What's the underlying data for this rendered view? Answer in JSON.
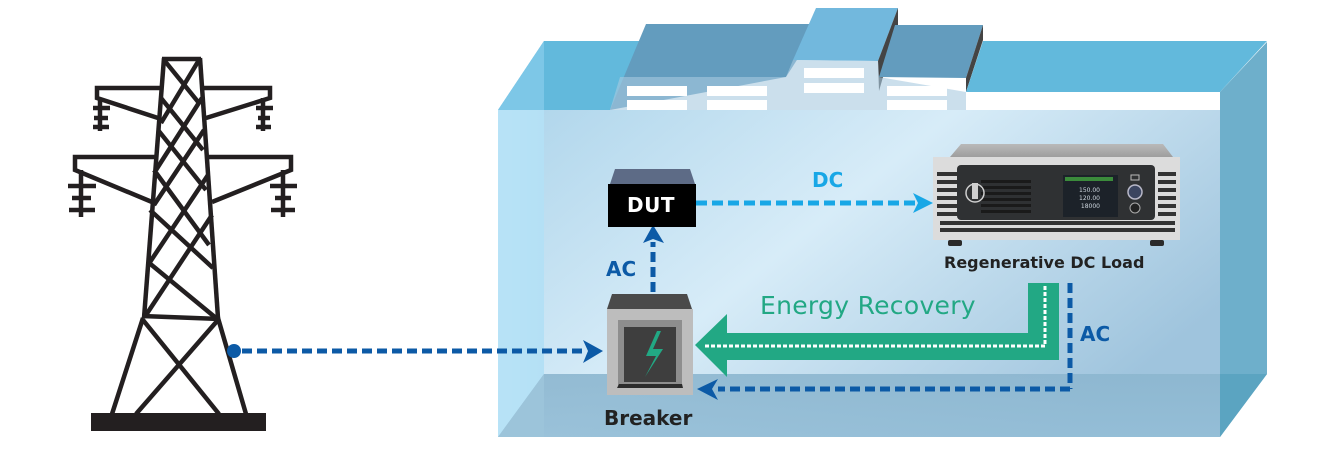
{
  "diagram": {
    "title": "Regenerative DC load energy recovery setup",
    "nodes": {
      "grid": {
        "name": "Power transmission tower"
      },
      "dut": {
        "label": "DUT"
      },
      "breaker": {
        "label": "Breaker"
      },
      "load": {
        "label": "Regenerative DC Load",
        "screen_readings": [
          "150.00",
          "120.00",
          "18000"
        ]
      }
    },
    "connections": {
      "grid_to_breaker": {
        "label": ""
      },
      "breaker_to_dut": {
        "label": "AC"
      },
      "dut_to_load": {
        "label": "DC"
      },
      "load_to_breaker": {
        "label": "AC"
      },
      "energy_recovery": {
        "label": "Energy Recovery"
      }
    },
    "colors": {
      "ac_line": "#0c5aa6",
      "dc_line": "#18a7e6",
      "energy_recovery": "#22a884",
      "building_roof": "#62b9dc",
      "tower": "#231f20"
    }
  }
}
